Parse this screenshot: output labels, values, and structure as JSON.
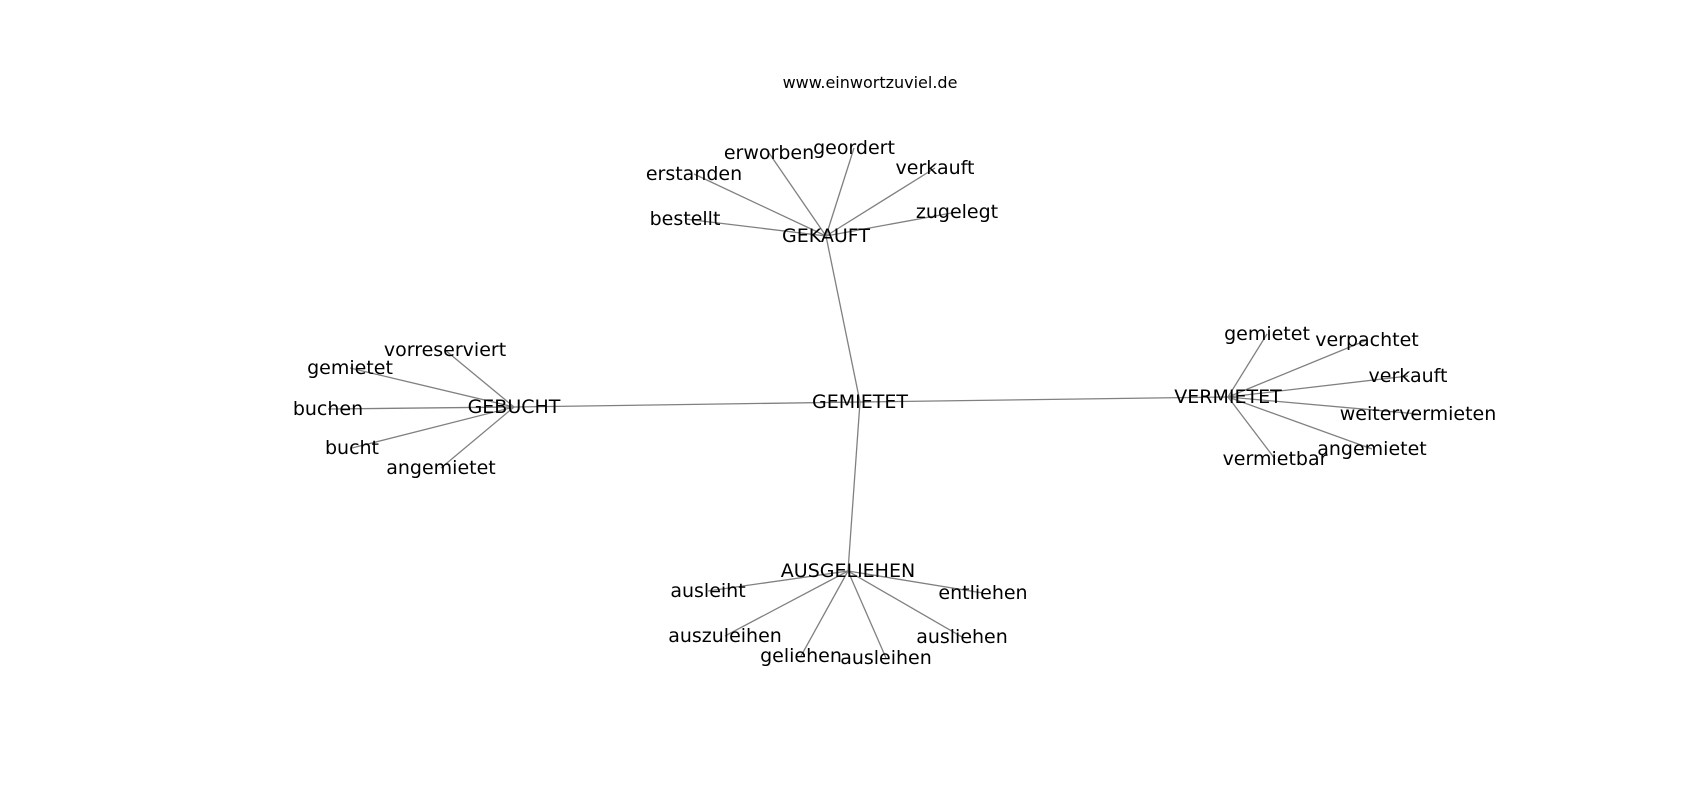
{
  "source": "www.einwortzuviel.de",
  "center": "GEMIETET",
  "groups": [
    {
      "hub": "GEKAUFT",
      "words": [
        "bestellt",
        "erstanden",
        "erworben",
        "geordert",
        "verkauft",
        "zugelegt"
      ]
    },
    {
      "hub": "GEBUCHT",
      "words": [
        "vorreserviert",
        "gemietet",
        "buchen",
        "bucht",
        "angemietet"
      ]
    },
    {
      "hub": "VERMIETET",
      "words": [
        "gemietet",
        "verpachtet",
        "verkauft",
        "weitervermieten",
        "angemietet",
        "vermietbar"
      ]
    },
    {
      "hub": "AUSGELIEHEN",
      "words": [
        "ausleiht",
        "entliehen",
        "auszuleihen",
        "geliehen",
        "ausleihen",
        "ausliehen"
      ]
    }
  ]
}
